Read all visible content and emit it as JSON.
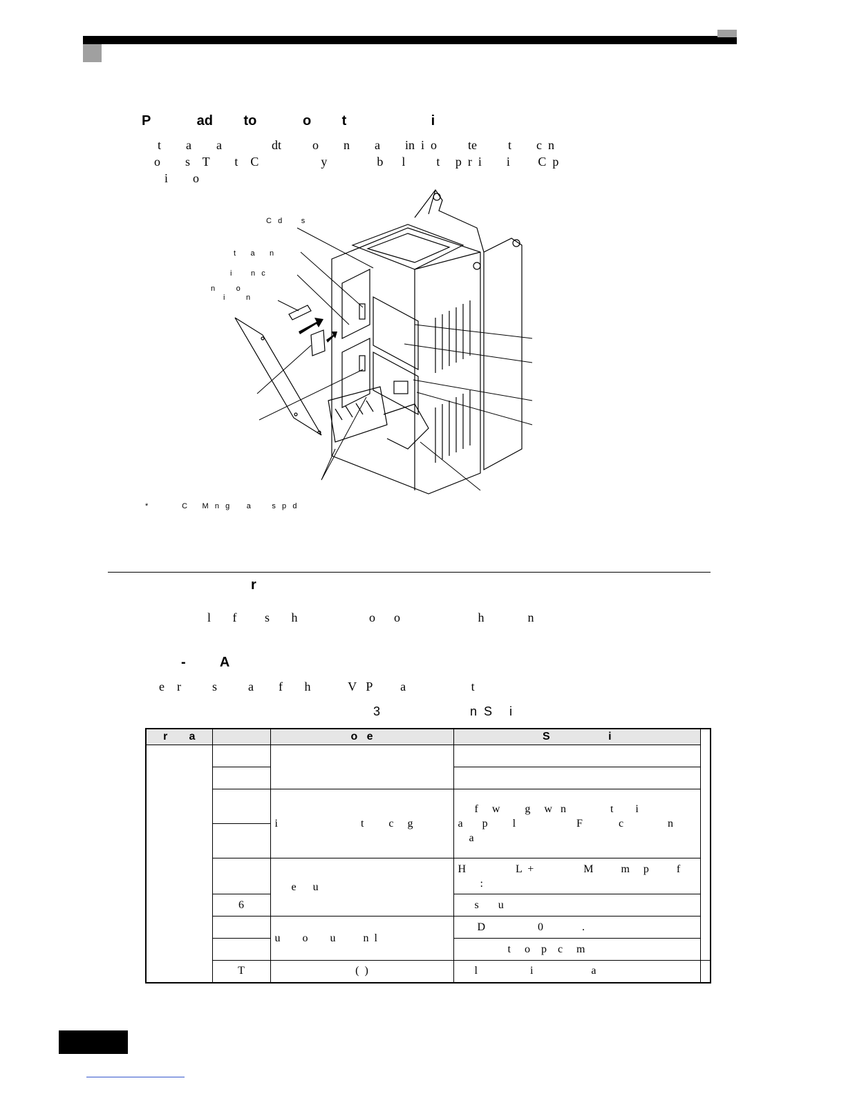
{
  "section_heading": "P            ad        to            o        t                      i",
  "intro_lines": [
    "t        a        a                dt          o        n        a        in  i  o          te          t        c  n",
    "o        s    T        t    C                    y                b      l          t     p  r  i        i         C  p",
    "i        o"
  ],
  "figure_labels": {
    "l1": "C   d         s",
    "l2": "t       a       n",
    "l3": "i         n   c",
    "l4": "n          o",
    "l5": "i          n",
    "footnote": "*                C       M   n   g        a          s   p   d"
  },
  "section2_heading": "r",
  "section2_text": "l       f         s       h                       o      o                         h              n",
  "sub_heading": "-         A",
  "sub_text": "e    r          s          a        f       h            V   P         a                     t",
  "table_caption": "3                          n  S     i",
  "table": {
    "headers": [
      "r       a",
      "",
      "o   e",
      "S                   i"
    ],
    "rows": [
      [
        "",
        "",
        "",
        ""
      ],
      [
        "",
        "",
        "i                              t         c     g",
        "      f     w         g     w   n                t        i"
      ],
      [
        "",
        "",
        "",
        "a       p         l                      F             c                n"
      ],
      [
        "",
        "",
        "",
        "    a"
      ],
      [
        "",
        "",
        "      e      u",
        "H                  L  +                  M          m     p          f"
      ],
      [
        "",
        "6",
        "",
        "        :"
      ],
      [
        "",
        "",
        "u        o        u          n  l",
        "      s       u"
      ],
      [
        "",
        "",
        "",
        "       D                   0              ."
      ],
      [
        "",
        "",
        "",
        "                  t     o    p    c     m"
      ],
      [
        "T",
        "(  )",
        "      l                   i                     a",
        ""
      ]
    ]
  }
}
